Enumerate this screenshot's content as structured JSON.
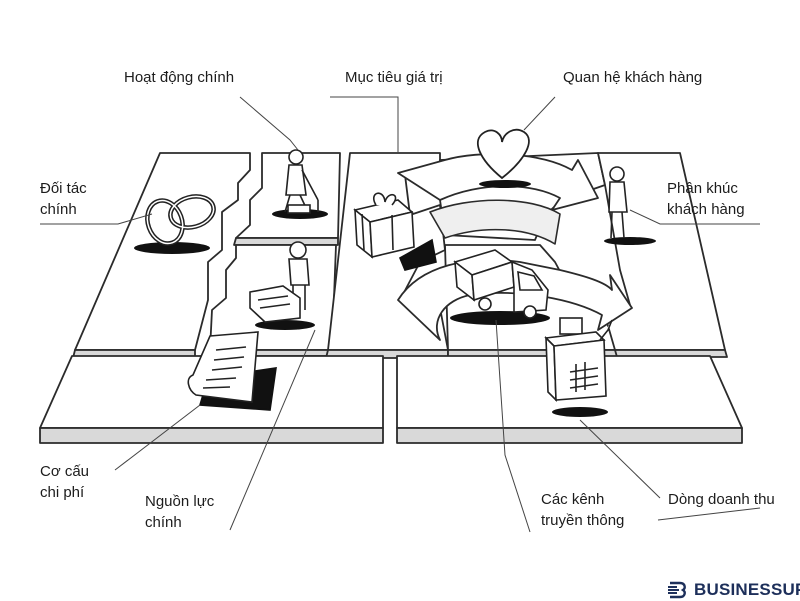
{
  "labels": {
    "key_activities": "Hoạt động chính",
    "value_propositions": "Mục tiêu giá trị",
    "customer_relationships": "Quan hệ khách hàng",
    "key_partners": [
      "Đối tác",
      "chính"
    ],
    "customer_segments": [
      "Phân khúc",
      "khách hàng"
    ],
    "cost_structure": [
      "Cơ cấu",
      "chi phí"
    ],
    "key_resources": [
      "Nguồn lực",
      "chính"
    ],
    "channels": [
      "Các kênh",
      "truyền thông"
    ],
    "revenue_streams": "Dòng doanh thu"
  },
  "brand": {
    "name": "BUSINESSUP",
    "color": "#1d2f5a",
    "icon": "businessup-logo-icon"
  },
  "colors": {
    "line": "#2b2b2b",
    "block_shade": "#d9d9d9",
    "background": "#ffffff"
  }
}
